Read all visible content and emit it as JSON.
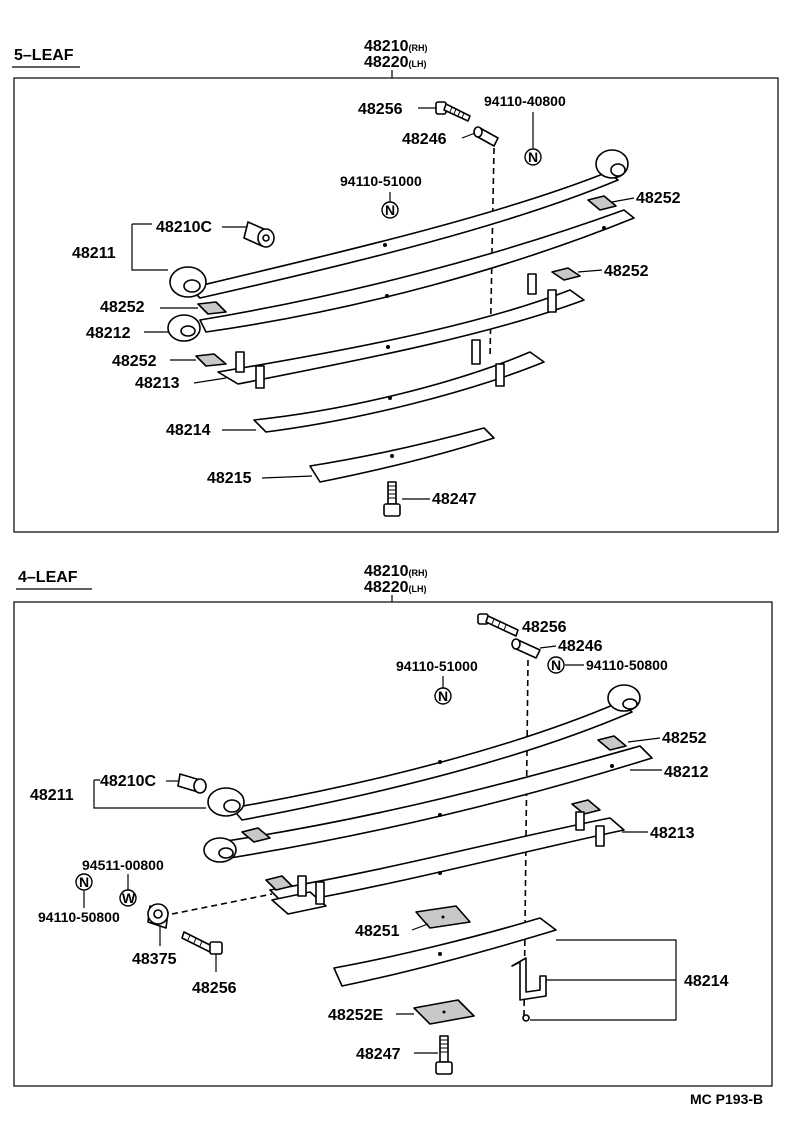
{
  "sections": [
    {
      "title": "5–LEAF",
      "header": {
        "main1": "48210",
        "suffix1": "(RH)",
        "main2": "48220",
        "suffix2": "(LH)"
      },
      "labels": {
        "bolt_top": "48256",
        "pin_top": "48246",
        "nut_top": "94110-40800",
        "nut_mid": "94110-51000",
        "bushing": "48210C",
        "leaf_assy": "48211",
        "pad1": "48252",
        "pad2": "48252",
        "pad3": "48252",
        "pad4": "48252",
        "leaf2": "48212",
        "leaf3": "48213",
        "leaf4": "48214",
        "leaf5": "48215",
        "center_bolt": "48247"
      },
      "nut_symbol": "N"
    },
    {
      "title": "4–LEAF",
      "header": {
        "main1": "48210",
        "suffix1": "(RH)",
        "main2": "48220",
        "suffix2": "(LH)"
      },
      "labels": {
        "bolt_top": "48256",
        "pin_top": "48246",
        "nut_a": "94110-51000",
        "nut_b": "94110-50800",
        "pad_right": "48252",
        "leaf_assy": "48211",
        "bushing": "48210C",
        "leaf2": "48212",
        "leaf3": "48213",
        "washer_code": "94511-00800",
        "nut_c": "94110-50800",
        "clip": "48251",
        "bush2": "48375",
        "bolt_bottom": "48256",
        "leaf4": "48214",
        "pad_e": "48252E",
        "center_bolt": "48247"
      },
      "nut_symbol": "N",
      "washer_symbol": "W"
    }
  ],
  "footer": "MC P193-B"
}
